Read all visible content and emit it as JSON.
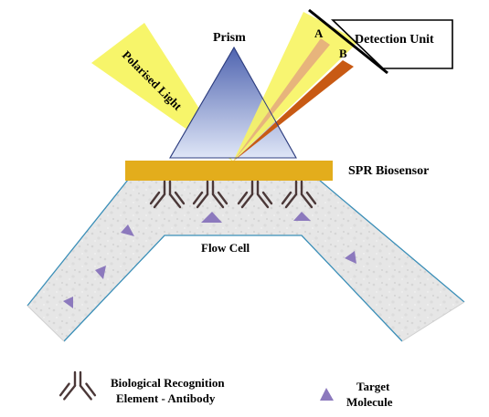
{
  "labels": {
    "prism": "Prism",
    "polarised_light": "Polarised Light",
    "detection_unit": "Detection Unit",
    "beam_a": "A",
    "beam_b": "B",
    "spr_biosensor": "SPR Biosensor",
    "flow_cell": "Flow Cell"
  },
  "legend": {
    "antibody_line1": "Biological Recognition",
    "antibody_line2": "Element - Antibody",
    "target_line1": "Target",
    "target_line2": "Molecule"
  },
  "colors": {
    "light_yellow": "#f7f462",
    "sensor_gold": "#e3ad1c",
    "beam_a": "#e7b47c",
    "beam_b": "#c85a14",
    "prism_top": "#5b6fb6",
    "prism_bottom": "#d2dcf2",
    "flow_fill": "#e4e4e4",
    "flow_edge": "#3b8fb8",
    "antibody": "#4b3838",
    "target": "#8c79bd"
  },
  "icons": [
    "antibody-icon",
    "target-molecule-icon"
  ]
}
